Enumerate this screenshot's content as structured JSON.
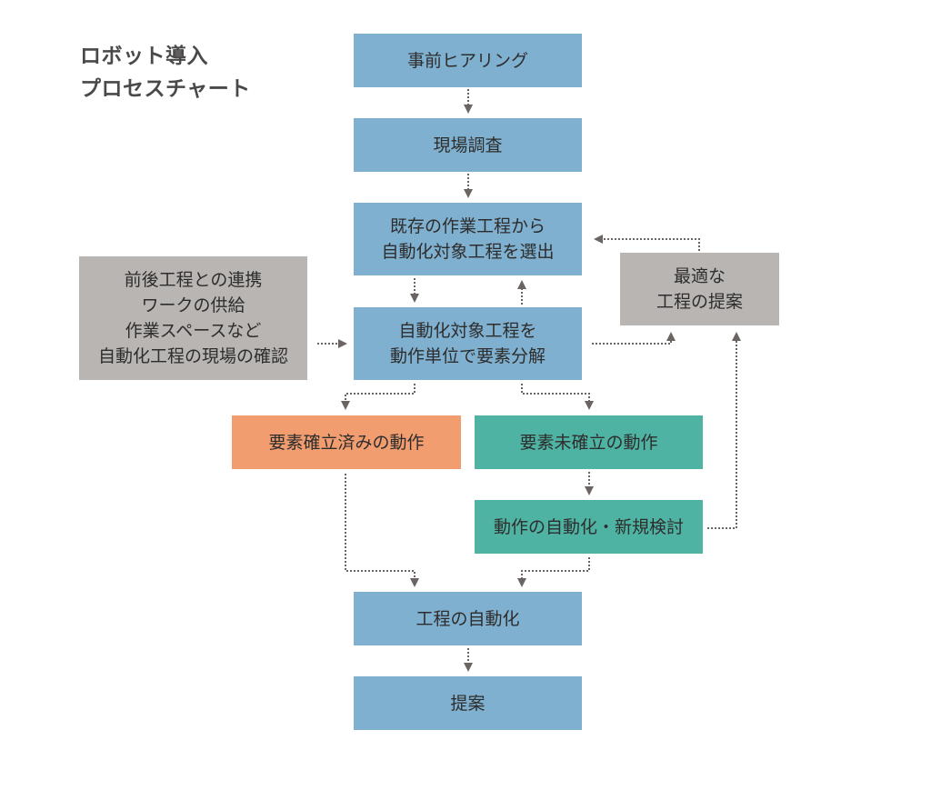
{
  "title": "ロボット導入\nプロセスチャート",
  "colors": {
    "main_step": "#7fb0cf",
    "input_note": "#b9b5b2",
    "established": "#f19d70",
    "unestablished": "#4fb3a3",
    "connector": "#6a6463"
  },
  "nodes": {
    "pre_hearing": "事前ヒアリング",
    "site_survey": "現場調査",
    "select_process": "既存の作業工程から\n自動化対象工程を選出",
    "decompose": "自動化対象工程を\n動作単位で要素分解",
    "site_check": "前後工程との連携\nワークの供給\n作業スペースなど\n自動化工程の現場の確認",
    "optimal_proposal": "最適な\n工程の提案",
    "established_motion": "要素確立済みの動作",
    "unestablished_motion": "要素未確立の動作",
    "new_study": "動作の自動化・新規検討",
    "process_automation": "工程の自動化",
    "proposal": "提案"
  },
  "edges": [
    {
      "from": "pre_hearing",
      "to": "site_survey"
    },
    {
      "from": "site_survey",
      "to": "select_process"
    },
    {
      "from": "select_process",
      "to": "decompose"
    },
    {
      "from": "decompose",
      "to": "select_process"
    },
    {
      "from": "site_check",
      "to": "decompose"
    },
    {
      "from": "decompose",
      "to": "optimal_proposal"
    },
    {
      "from": "optimal_proposal",
      "to": "select_process"
    },
    {
      "from": "decompose",
      "to": "established_motion"
    },
    {
      "from": "decompose",
      "to": "unestablished_motion"
    },
    {
      "from": "unestablished_motion",
      "to": "new_study"
    },
    {
      "from": "new_study",
      "to": "optimal_proposal"
    },
    {
      "from": "established_motion",
      "to": "process_automation"
    },
    {
      "from": "new_study",
      "to": "process_automation"
    },
    {
      "from": "process_automation",
      "to": "proposal"
    }
  ]
}
